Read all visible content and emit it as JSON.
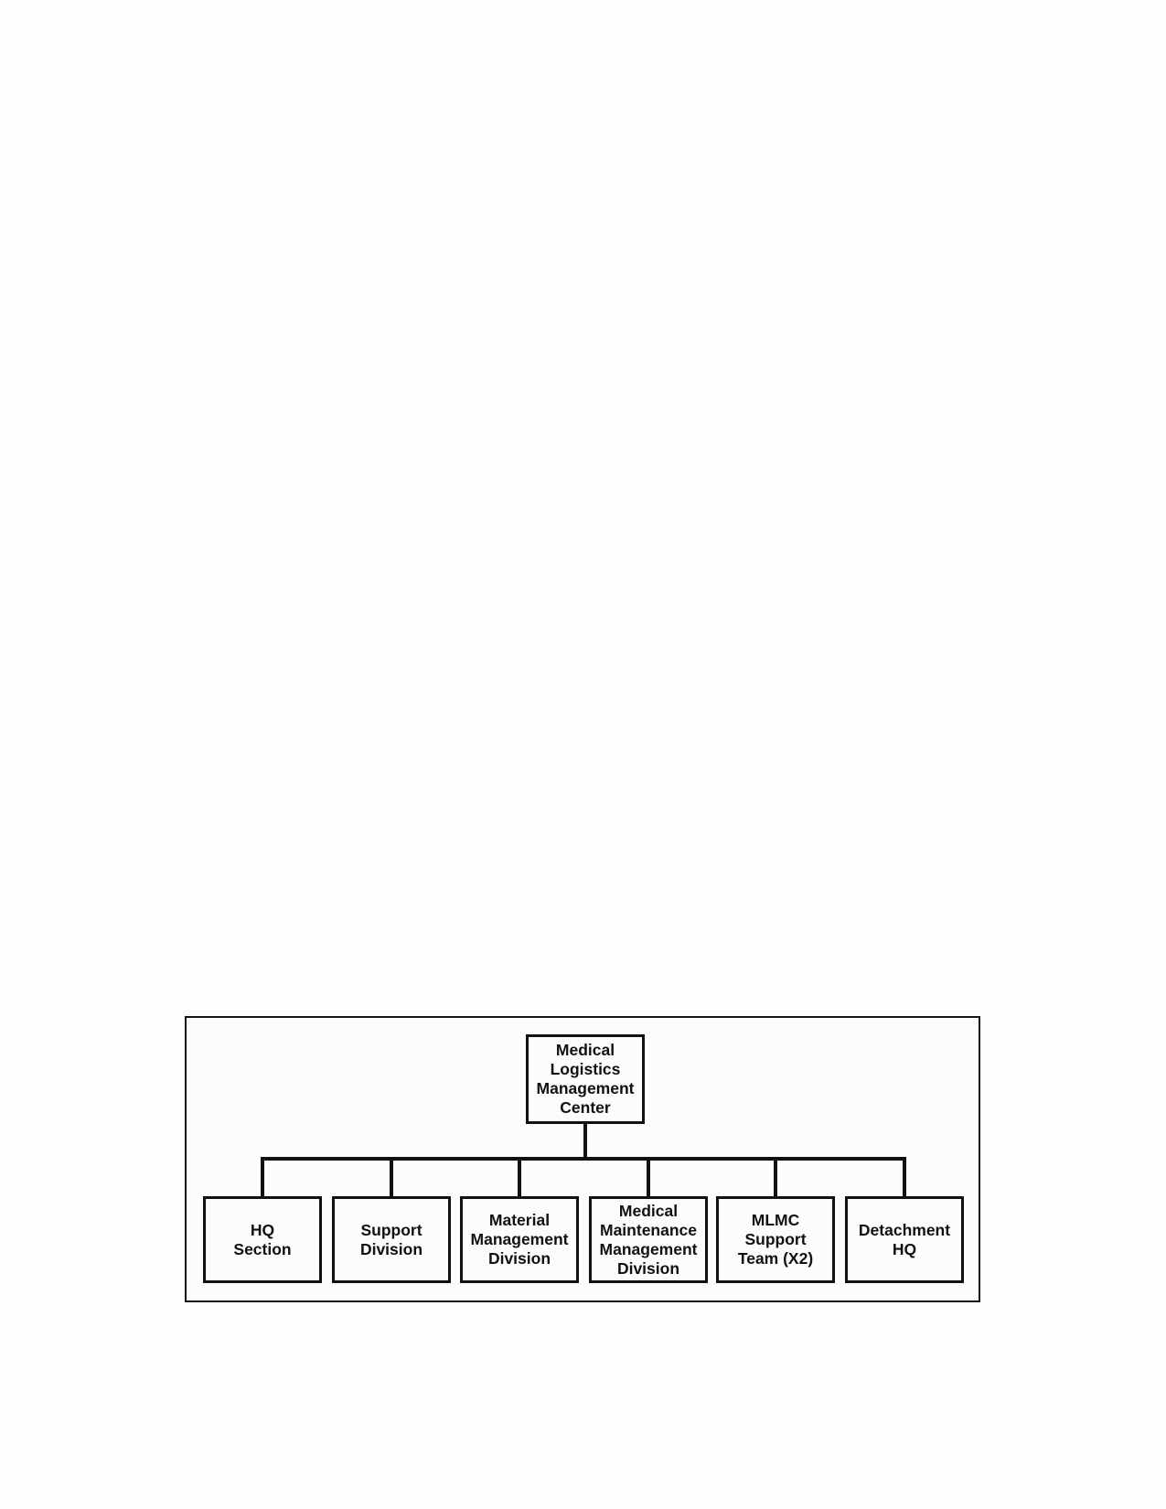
{
  "org_chart": {
    "root": {
      "label": "Medical\nLogistics\nManagement\nCenter"
    },
    "children": [
      {
        "label": "HQ\nSection"
      },
      {
        "label": "Support\nDivision"
      },
      {
        "label": "Material\nManagement\nDivision"
      },
      {
        "label": "Medical\nMaintenance\nManagement\nDivision"
      },
      {
        "label": "MLMC\nSupport\nTeam (X2)"
      },
      {
        "label": "Detachment\nHQ"
      }
    ]
  }
}
